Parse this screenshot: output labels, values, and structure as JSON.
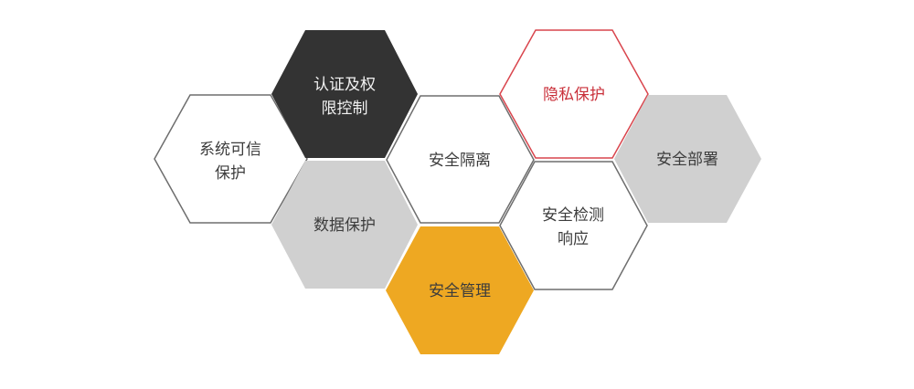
{
  "diagram": {
    "type": "hexagon-honeycomb",
    "colors": {
      "dark": "#333333",
      "grey": "#d0d0d0",
      "yellow": "#eea822",
      "red_outline": "#d9454d",
      "grey_outline": "#6e6e6e",
      "text_dark": "#3c3c3c",
      "text_light": "#f2f2f2",
      "text_red": "#c9303a"
    },
    "hexagons": [
      {
        "id": "system-trust",
        "lines": [
          "系统可信",
          "保护"
        ],
        "style": "outline-grey"
      },
      {
        "id": "auth-access",
        "lines": [
          "认证及权",
          "限控制"
        ],
        "style": "filled-dark"
      },
      {
        "id": "data-protection",
        "lines": [
          "数据保护"
        ],
        "style": "filled-grey"
      },
      {
        "id": "security-isolation",
        "lines": [
          "安全隔离"
        ],
        "style": "outline-grey"
      },
      {
        "id": "security-management",
        "lines": [
          "安全管理"
        ],
        "style": "filled-yellow"
      },
      {
        "id": "privacy-protection",
        "lines": [
          "隐私保护"
        ],
        "style": "outline-red"
      },
      {
        "id": "detection-response",
        "lines": [
          "安全检测",
          "响应"
        ],
        "style": "outline-grey"
      },
      {
        "id": "security-deployment",
        "lines": [
          "安全部署"
        ],
        "style": "filled-grey"
      }
    ]
  }
}
